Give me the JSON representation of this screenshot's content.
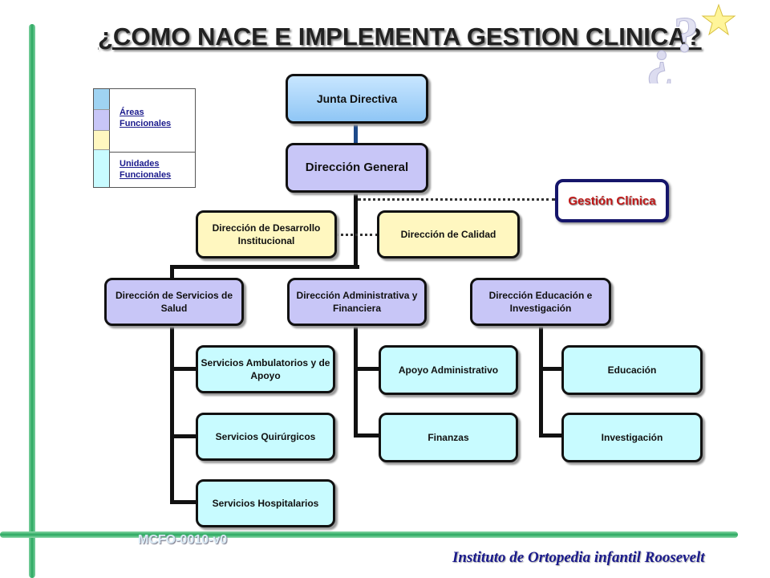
{
  "title": "¿COMO NACE  E IMPLEMENTA GESTION CLINICA?",
  "legend": {
    "areas": "Áreas Funcionales",
    "unidades": "Unidades Funcionales",
    "colors": [
      "#9fd3f2",
      "#c8c6f7",
      "#fff7c0",
      "#c8fbff"
    ]
  },
  "org": {
    "junta": "Junta Directiva",
    "direccion_general": "Dirección General",
    "gestion_clinica": "Gestión Clínica",
    "desarrollo": "Dirección de Desarrollo Institucional",
    "calidad": "Dirección de Calidad",
    "salud": "Dirección de Servicios de Salud",
    "administrativa": "Dirección Administrativa y Financiera",
    "educacion_dir": "Dirección Educación e Investigación",
    "ambulatorios": "Servicios Ambulatorios y de Apoyo",
    "quirurgicos": "Servicios Quirúrgicos",
    "hospitalarios": "Servicios Hospitalarios",
    "apoyo": "Apoyo Administrativo",
    "finanzas": "Finanzas",
    "educacion": "Educación",
    "investigacion": "Investigación"
  },
  "footer": {
    "code": "MCFO-0010-v0",
    "institution": "Instituto de Ortopedia infantil Roosevelt"
  }
}
